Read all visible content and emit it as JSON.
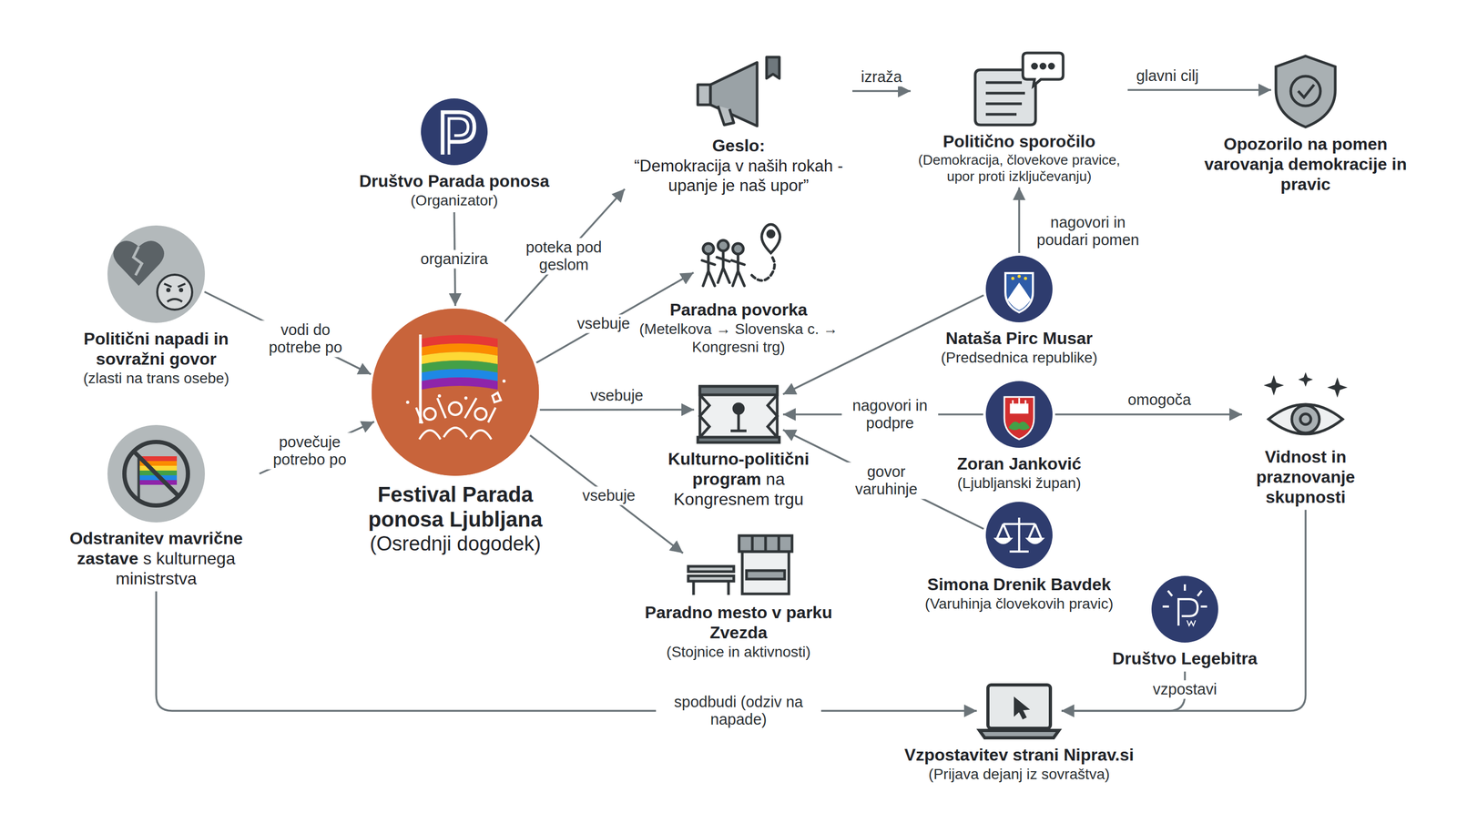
{
  "diagram": {
    "nodes": [
      {
        "text": [
          "Društvo Parada ponosa",
          "(Organizator)"
        ]
      },
      {
        "text": [
          "Politični napadi in sovražni govor",
          "(zlasti na trans osebe)"
        ]
      },
      {
        "text": [
          "Odstranitev mavrične zastave",
          "s kulturnega ministrstva"
        ]
      },
      {
        "text": [
          "Festival Parada ponosa Ljubljana",
          "(Osrednji dogodek)"
        ]
      },
      {
        "text": [
          "Geslo:",
          "“Demokracija v naših rokah - upanje je naš upor”"
        ]
      },
      {
        "text": [
          "Paradna povorka",
          "(Metelkova → Slovenska c. → Kongresni trg)"
        ]
      },
      {
        "text": [
          "Kulturno-politični program",
          "na Kongresnem trgu"
        ]
      },
      {
        "text": [
          "Paradno mesto v parku Zvezda",
          "(Stojnice in aktivnosti)"
        ]
      },
      {
        "text": [
          "Politično sporočilo",
          "(Demokracija, človekove pravice, upor proti izključevanju)"
        ]
      },
      {
        "text": [
          "Opozorilo na pomen varovanja demokracije in pravic"
        ]
      },
      {
        "text": [
          "Nataša Pirc Musar",
          "(Predsednica republike)"
        ]
      },
      {
        "text": [
          "Zoran Janković",
          "(Ljubljanski župan)"
        ]
      },
      {
        "text": [
          "Simona Drenik Bavdek",
          "(Varuhinja človekovih pravic)"
        ]
      },
      {
        "text": [
          "Vidnost in praznovanje skupnosti"
        ]
      },
      {
        "text": [
          "Društvo Legebitra"
        ]
      },
      {
        "text": [
          "Vzpostavitev strani Niprav.si",
          "(Prijava dejanj iz sovraštva)"
        ]
      }
    ],
    "edges": [
      {
        "from": 0,
        "to": 3,
        "label": "organizira",
        "arrow": "to"
      },
      {
        "from": 1,
        "to": 3,
        "label": "vodi do potrebe po",
        "arrow": "to"
      },
      {
        "from": 2,
        "to": 3,
        "label": "povečuje potrebo po",
        "arrow": "to"
      },
      {
        "from": 3,
        "to": 4,
        "label": "poteka pod geslom",
        "arrow": "to"
      },
      {
        "from": 3,
        "to": 5,
        "label": "vsebuje",
        "arrow": "to"
      },
      {
        "from": 3,
        "to": 6,
        "label": "vsebuje",
        "arrow": "to"
      },
      {
        "from": 3,
        "to": 7,
        "label": "vsebuje",
        "arrow": "to"
      },
      {
        "from": 4,
        "to": 8,
        "label": "izraža",
        "arrow": "to"
      },
      {
        "from": 8,
        "to": 9,
        "label": "glavni cilj",
        "arrow": "to"
      },
      {
        "from": 10,
        "to": 8,
        "label": "nagovori in poudari pomen",
        "arrow": "to"
      },
      {
        "from": 10,
        "to": 6,
        "arrow": "to"
      },
      {
        "from": 11,
        "to": 6,
        "label": "nagovori in podpre",
        "arrow": "to"
      },
      {
        "from": 12,
        "to": 6,
        "label": "govor varuhinje",
        "arrow": "to"
      },
      {
        "from": 11,
        "to": 13,
        "label": "omogoča",
        "arrow": "to"
      },
      {
        "from": 13,
        "to": 15,
        "arrow": "to"
      },
      {
        "from": 14,
        "to": 15,
        "label": "vzpostavi",
        "arrow": "to"
      },
      {
        "from": 2,
        "to": 15,
        "label": "spodbudi (odziv na napade)",
        "arrow": "to"
      }
    ]
  }
}
